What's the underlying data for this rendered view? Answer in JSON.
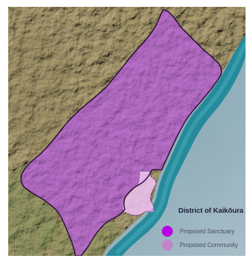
{
  "map": {
    "legend": {
      "title": "District of Kaikōura",
      "items": [
        {
          "label": "Proposed Sanctuary",
          "color": "#b800e6"
        },
        {
          "label": "Proposed Community",
          "color": "#c184c8"
        }
      ]
    },
    "colors": {
      "terrain": "#8b8a55",
      "ocean": "#7c9eac",
      "coast_shallow": "#1f8ea2",
      "sanctuary_overlay": "#9a32b6",
      "community_overlay": "#e5b5e9",
      "boundary": "#2b1038"
    }
  }
}
